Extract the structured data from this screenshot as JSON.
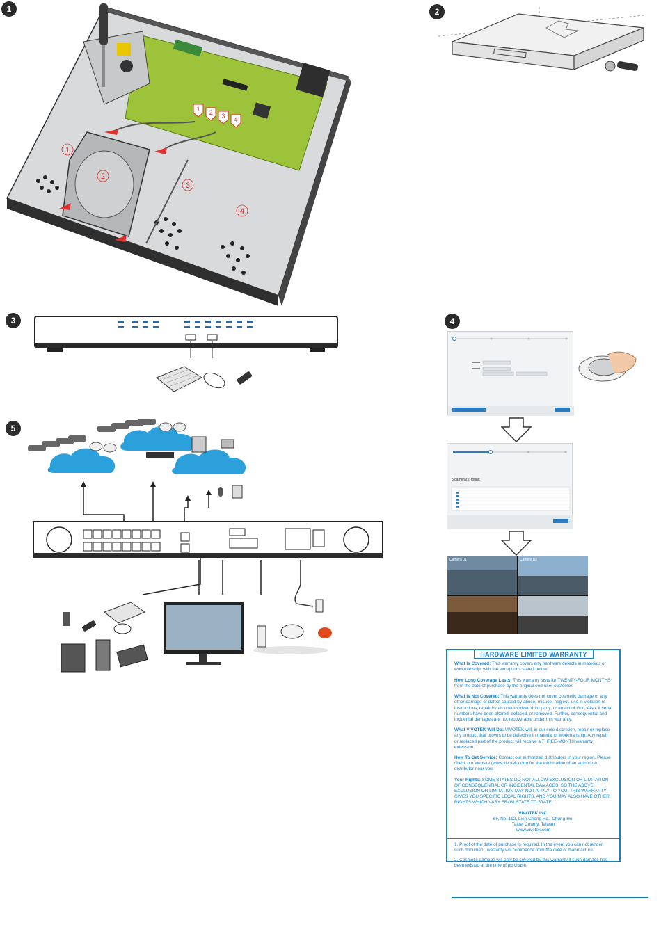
{
  "steps": {
    "s1": "1",
    "s2": "2",
    "s3": "3",
    "s4": "4",
    "s5": "5"
  },
  "callouts": [
    "1",
    "2",
    "3",
    "4"
  ],
  "hdd_bays": [
    "1",
    "2",
    "3",
    "4"
  ],
  "wizard": {
    "cameras_found": "5 camera(s) found",
    "monitor_camera_a": "Camera 01",
    "monitor_camera_b": "Camera 02"
  },
  "warranty": {
    "title": "HARDWARE LIMITED WARRANTY",
    "sections": [
      {
        "head": "What Is Covered:",
        "body": "This warranty covers any hardware defects in materials or workmanship, with the exceptions stated below."
      },
      {
        "head": "How Long Coverage Lasts:",
        "body": "This warranty lasts for TWENTY-FOUR MONTHS from the date of purchase by the original end-user customer."
      },
      {
        "head": "What Is Not Covered:",
        "body": "This warranty does not cover cosmetic damage or any other damage or defect caused by abuse, misuse, neglect, use in violation of instructions, repair by an unauthorized third party, or an act of God. Also, if serial numbers have been altered, defaced, or removed. Further, consequential and incidental damages are not recoverable under this warranty."
      },
      {
        "head": "What VIVOTEK Will Do:",
        "body": "VIVOTEK will, in our sole discretion, repair or replace any product that proves to be defective in material or workmanship. Any repair or replaced part of the product will receive a THREE-MONTH warranty extension."
      },
      {
        "head": "How To Get Service:",
        "body": "Contact our authorized distributors in your region. Please check our website (www.vivotek.com) for the information of an authorized distributor near you."
      },
      {
        "head": "Your Rights:",
        "body": "SOME STATES DO NOT ALLOW EXCLUSION OR LIMITATION OF CONSEQUENTIAL OR INCIDENTAL DAMAGES. SO THE ABOVE EXCLUSION OR LIMITATION MAY NOT APPLY TO YOU. THIS WARRANTY GIVES YOU SPECIFIC LEGAL RIGHTS, AND YOU MAY ALSO HAVE OTHER RIGHTS WHICH VARY FROM STATE TO STATE."
      }
    ],
    "company": {
      "name": "VIVOTEK INC.",
      "line1": "6F, No. 192, Lien-Cheng Rd., Chung-Ho,",
      "line2": "Taipei County, Taiwan",
      "web": "www.vivotek.com"
    },
    "notes": [
      "1. Proof of the date of purchase is required. In the event you can not render such document, warranty will commence from the date of manufacture.",
      "2. Cosmetic damage will only be covered by this warranty if such damage has been existed at the time of purchase."
    ]
  }
}
